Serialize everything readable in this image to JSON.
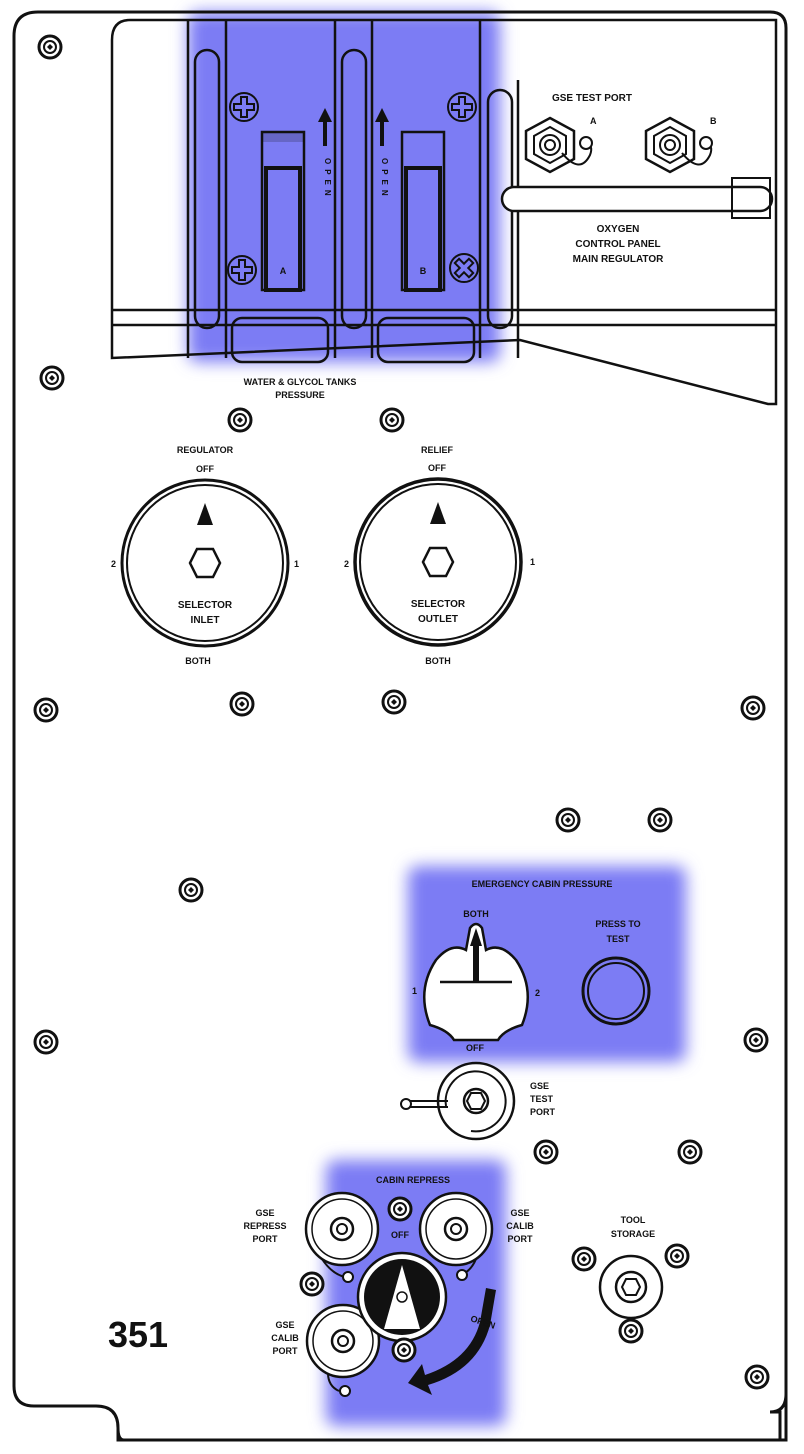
{
  "panel": {
    "number": "351",
    "highlight_color": "#7c7cf4"
  },
  "oxygen_section": {
    "shutoff_a_label": "A",
    "shutoff_b_label": "B",
    "open_label": "OPEN",
    "gse_test_port_title": "GSE TEST PORT",
    "port_a_label": "A",
    "port_b_label": "B",
    "title_line1": "OXYGEN",
    "title_line2": "CONTROL PANEL",
    "title_line3": "MAIN REGULATOR"
  },
  "water_glycol": {
    "title_line1": "WATER & GLYCOL TANKS",
    "title_line2": "PRESSURE"
  },
  "regulator_selector": {
    "top_label": "REGULATOR",
    "off_label": "OFF",
    "left_label": "2",
    "right_label": "1",
    "name_line1": "SELECTOR",
    "name_line2": "INLET",
    "bottom_label": "BOTH"
  },
  "relief_selector": {
    "top_label": "RELIEF",
    "off_label": "OFF",
    "left_label": "2",
    "right_label": "1",
    "name_line1": "SELECTOR",
    "name_line2": "OUTLET",
    "bottom_label": "BOTH"
  },
  "emergency_cabin_pressure": {
    "title": "EMERGENCY CABIN PRESSURE",
    "both_label": "BOTH",
    "left_label": "1",
    "right_label": "2",
    "off_label": "OFF",
    "press_to_test_line1": "PRESS TO",
    "press_to_test_line2": "TEST",
    "gse_line1": "GSE",
    "gse_line2": "TEST",
    "gse_line3": "PORT"
  },
  "cabin_repress": {
    "title": "CABIN REPRESS",
    "off_label": "OFF",
    "open_label": "OPEN",
    "repress_port_line1": "GSE",
    "repress_port_line2": "REPRESS",
    "repress_port_line3": "PORT",
    "calib_port_right_line1": "GSE",
    "calib_port_right_line2": "CALIB",
    "calib_port_right_line3": "PORT",
    "calib_port_left_line1": "GSE",
    "calib_port_left_line2": "CALIB",
    "calib_port_left_line3": "PORT"
  },
  "tool_storage": {
    "line1": "TOOL",
    "line2": "STORAGE"
  }
}
